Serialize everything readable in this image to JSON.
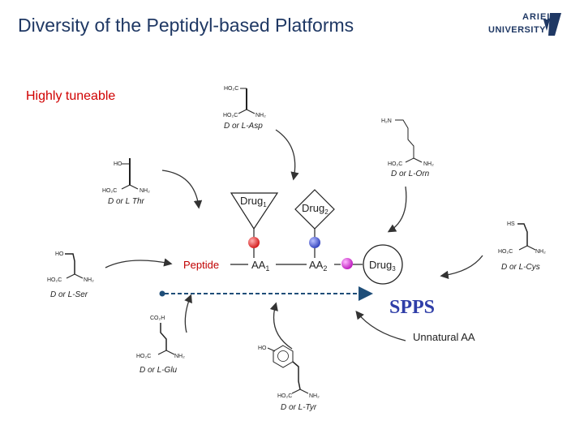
{
  "slide": {
    "title": "Diversity of the Peptidyl-based Platforms",
    "subtitle": "Highly tuneable"
  },
  "logo": {
    "line1": "ARIEL",
    "line2": "UNIVERSITY"
  },
  "diagram": {
    "chain": {
      "peptide": "Peptide",
      "aa1": "AA",
      "aa1_sub": "1",
      "aa2": "AA",
      "aa2_sub": "2"
    },
    "drugs": {
      "drug1": "Drug",
      "drug1_sub": "1",
      "drug2": "Drug",
      "drug2_sub": "2",
      "drug3": "Drug",
      "drug3_sub": "3"
    },
    "spps": "SPPS",
    "unnatural": "Unnatural AA",
    "molecules": {
      "asp": {
        "label": "D or L-Asp",
        "top": "HO₂C",
        "acid": "HO₂C",
        "amine": "NH₂"
      },
      "orn": {
        "label": "D or L-Orn",
        "top": "H₂N",
        "acid": "HO₂C",
        "amine": "NH₂"
      },
      "thr": {
        "label": "D or L Thr",
        "top": "HO",
        "acid": "HO₂C",
        "amine": "NH₂"
      },
      "cys": {
        "label": "D or L-Cys",
        "top": "HS",
        "acid": "HO₂C",
        "amine": "NH₂"
      },
      "ser": {
        "label": "D or L-Ser",
        "top": "HO",
        "acid": "HO₂C",
        "amine": "NH₂"
      },
      "glu": {
        "label": "D or L-Glu",
        "top": "CO₂H",
        "acid": "HO₂C",
        "amine": "NH₂"
      },
      "tyr": {
        "label": "D or L-Tyr",
        "top": "HO",
        "acid": "HO₂C",
        "amine": "NH₂"
      }
    },
    "colors": {
      "red_bead": "#e63a3a",
      "blue_bead": "#5a6bd8",
      "magenta_bead": "#e040e0",
      "dashed": "#1f4e79",
      "spps": "#2f3ea8"
    }
  }
}
